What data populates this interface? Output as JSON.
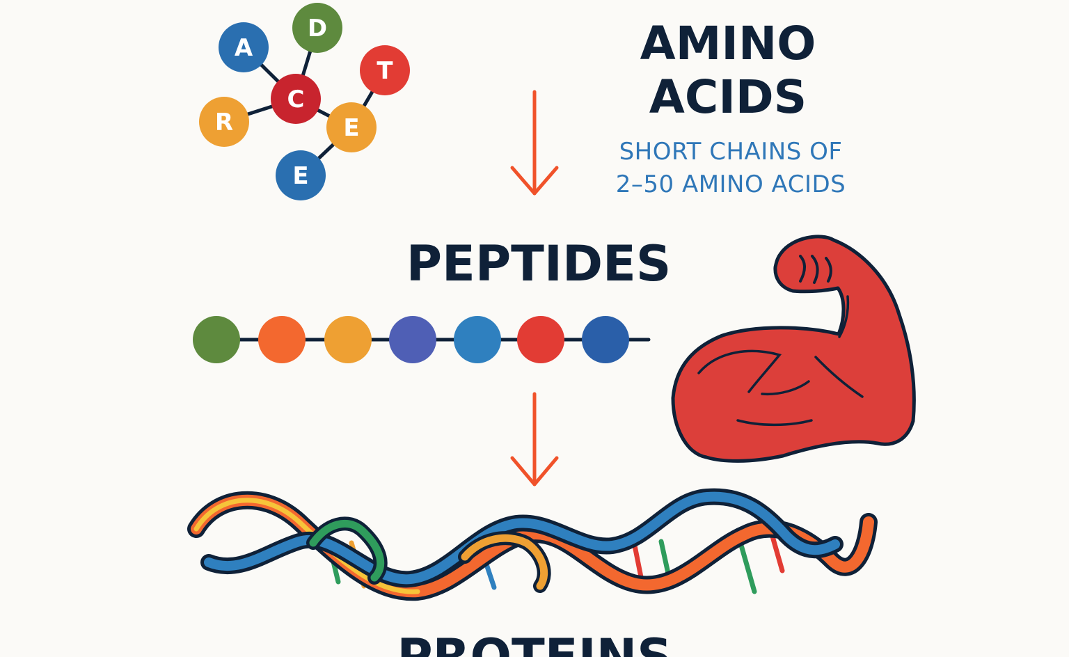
{
  "titles": {
    "amino_line1": "AMINO",
    "amino_line2": "ACIDS",
    "peptides": "PEPTIDES",
    "proteins": "PROTEINS"
  },
  "subtitle": {
    "line1": "SHORT CHAINS OF",
    "line2": "2–50 AMINO ACIDS"
  },
  "amino_nodes": [
    {
      "label": "A",
      "color": "#2a6fb0"
    },
    {
      "label": "D",
      "color": "#5e8a3e"
    },
    {
      "label": "T",
      "color": "#e23c34"
    },
    {
      "label": "C",
      "color": "#c8242e"
    },
    {
      "label": "R",
      "color": "#eea033"
    },
    {
      "label": "E",
      "color": "#eea033"
    },
    {
      "label": "E",
      "color": "#2a6fb0"
    }
  ],
  "peptide_beads": [
    {
      "color": "#5e8a3e"
    },
    {
      "color": "#f3682f"
    },
    {
      "color": "#eea033"
    },
    {
      "color": "#4f5fb5"
    },
    {
      "color": "#2f80bf"
    },
    {
      "color": "#e23c34"
    },
    {
      "color": "#2a5fa9"
    }
  ],
  "colors": {
    "arrow": "#f0522a",
    "muscle": "#dc3f3a",
    "outline": "#0f2138",
    "subtitle": "#2f77b8"
  },
  "icons": {
    "muscle": "flexed-arm-icon",
    "protein": "double-helix-icon"
  }
}
